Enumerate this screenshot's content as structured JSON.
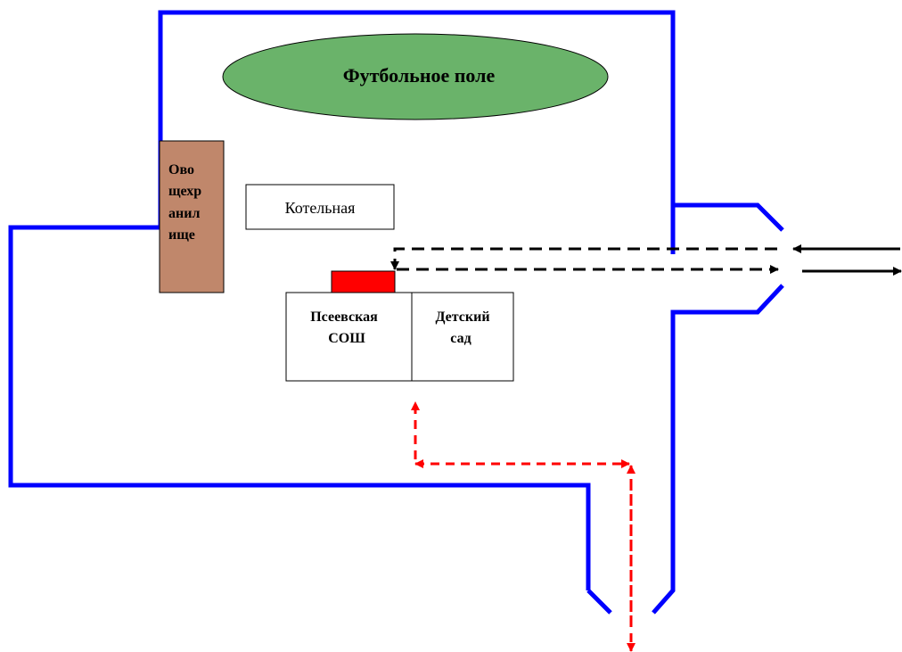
{
  "labels": {
    "football_field": "Футбольное поле",
    "boiler_house": "Котельная",
    "storage_lines": [
      "Ово",
      "щехр",
      "анил",
      "ище"
    ],
    "school_lines": [
      "Псеевская",
      "СОШ"
    ],
    "kindergarten_lines": [
      "Детский",
      "сад"
    ]
  },
  "colors": {
    "boundary": "#0000ff",
    "field_fill": "#6ab36a",
    "storage_fill": "#c0876b",
    "entrance_marker": "#ff0000",
    "vehicle_route": "#000000",
    "evacuation_route": "#ff0000"
  }
}
